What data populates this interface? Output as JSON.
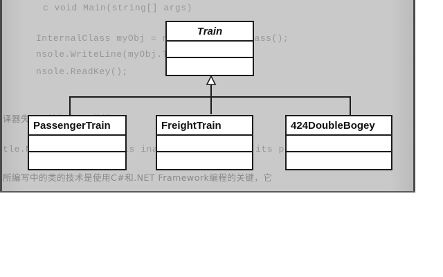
{
  "diagram": {
    "base_class": {
      "name": "Train",
      "abstract": true
    },
    "subclasses": [
      {
        "name": "PassengerTrain"
      },
      {
        "name": "FreightTrain"
      },
      {
        "name": "424DoubleBogey"
      }
    ]
  },
  "background_text": {
    "lines": [
      "c void Main(string[] args)",
      "InternalClass myObj = new MyInternalClass();",
      "nsole.WriteLine(myObj.ToString());",
      "nsole.ReadKey();",
      "译器失败，并生成下面的错误：",
      "tle.MyInternalClass' is inaccessible due to its protect",
      "所编写中的类的技术是使用C#和.NET Framework编程的关键，它"
    ]
  }
}
